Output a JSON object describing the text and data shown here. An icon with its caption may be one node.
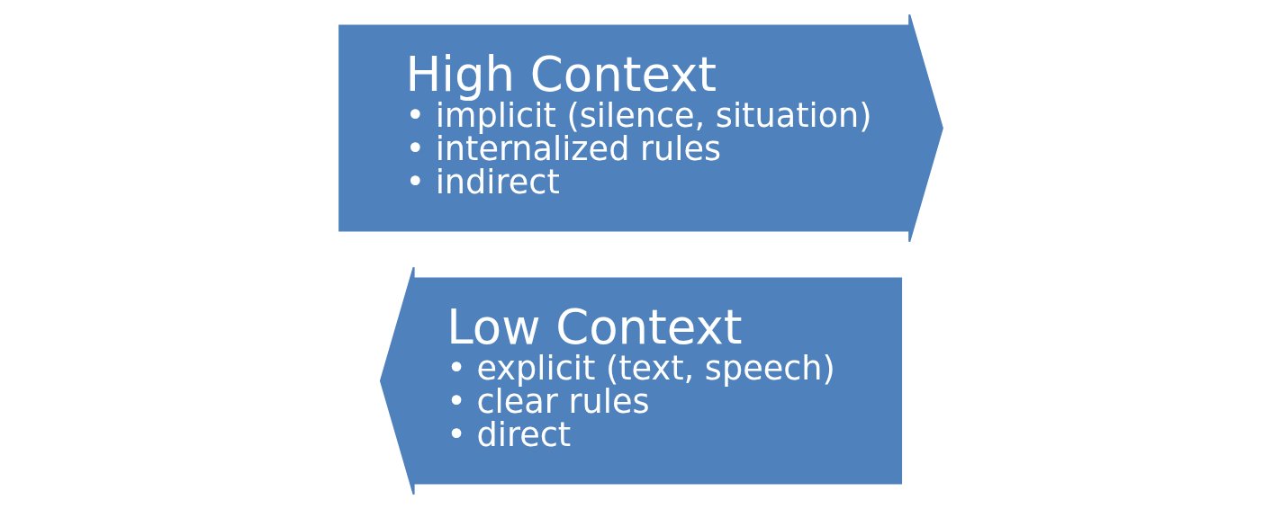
{
  "diagram": {
    "nodes": [
      {
        "text": [
          "Low Context",
          "• explicit (text, speech)",
          "• clear rules",
          "• direct"
        ]
      },
      {
        "text": [
          "High Context",
          "• implicit (silence, situation)",
          "• internalized rules",
          "• indirect"
        ]
      }
    ]
  }
}
